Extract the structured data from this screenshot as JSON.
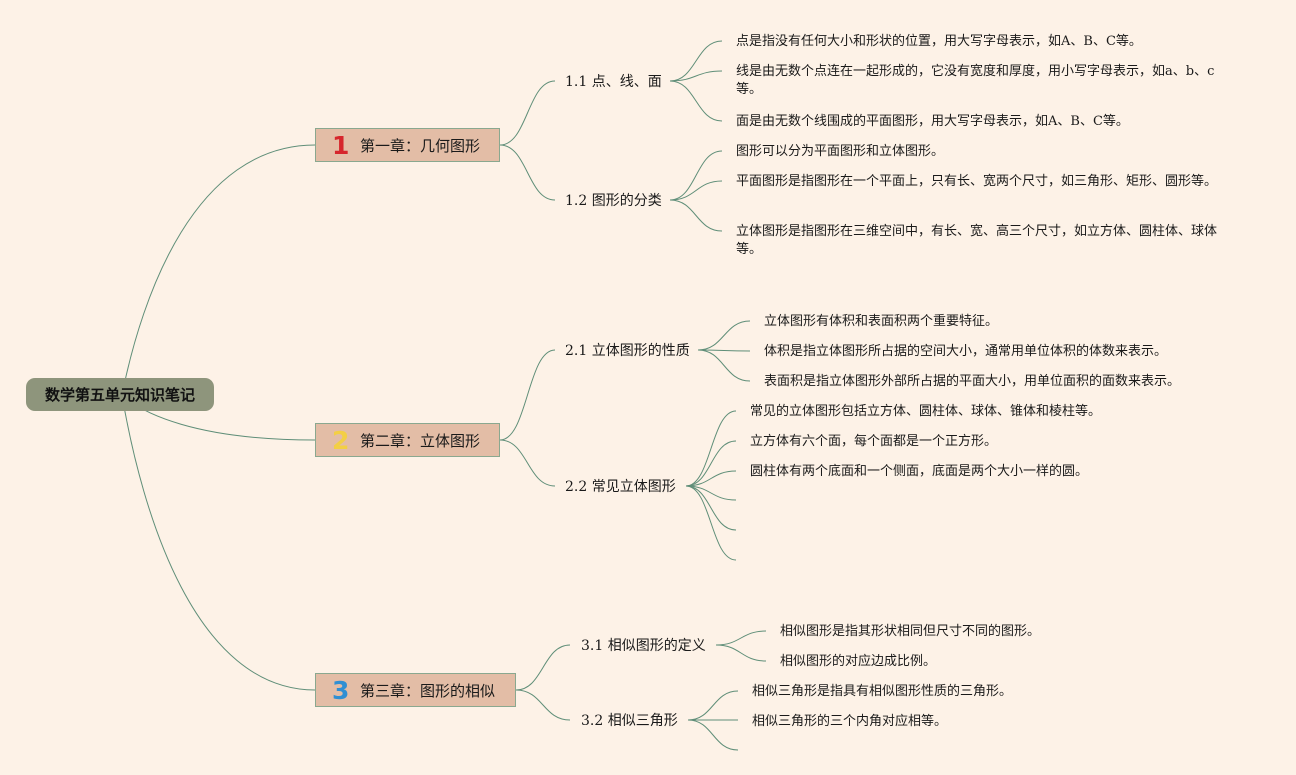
{
  "root": {
    "title": "数学第五单元知识笔记"
  },
  "chapters": [
    {
      "num": "1",
      "num_color": "#d6262c",
      "title": "第一章：几何图形",
      "topics": [
        {
          "title": "1.1 点、线、面",
          "leaves": [
            "点是指没有任何大小和形状的位置，用大写字母表示，如A、B、C等。",
            "线是由无数个点连在一起形成的，它没有宽度和厚度，用小写字母表示，如a、b、c等。",
            "面是由无数个线围成的平面图形，用大写字母表示，如A、B、C等。"
          ]
        },
        {
          "title": "1.2 图形的分类",
          "leaves": [
            "图形可以分为平面图形和立体图形。",
            "平面图形是指图形在一个平面上，只有长、宽两个尺寸，如三角形、矩形、圆形等。",
            "立体图形是指图形在三维空间中，有长、宽、高三个尺寸，如立方体、圆柱体、球体等。"
          ]
        }
      ]
    },
    {
      "num": "2",
      "num_color": "#f3cf45",
      "title": "第二章：立体图形",
      "topics": [
        {
          "title": "2.1 立体图形的性质",
          "leaves": [
            "立体图形有体积和表面积两个重要特征。",
            "体积是指立体图形所占据的空间大小，通常用单位体积的体数来表示。",
            "表面积是指立体图形外部所占据的平面大小，用单位面积的面数来表示。"
          ]
        },
        {
          "title": "2.2 常见立体图形",
          "leaves": [
            "常见的立体图形包括立方体、圆柱体、球体、锥体和棱柱等。",
            "立方体有六个面，每个面都是一个正方形。",
            "圆柱体有两个底面和一个侧面，底面是两个大小一样的圆。",
            "",
            "",
            ""
          ]
        }
      ]
    },
    {
      "num": "3",
      "num_color": "#2f8fd3",
      "title": "第三章：图形的相似",
      "topics": [
        {
          "title": "3.1 相似图形的定义",
          "leaves": [
            "相似图形是指其形状相同但尺寸不同的图形。",
            "相似图形的对应边成比例。"
          ]
        },
        {
          "title": "3.2 相似三角形",
          "leaves": [
            "相似三角形是指具有相似图形性质的三角形。",
            "相似三角形的三个内角对应相等。",
            ""
          ]
        }
      ]
    }
  ]
}
